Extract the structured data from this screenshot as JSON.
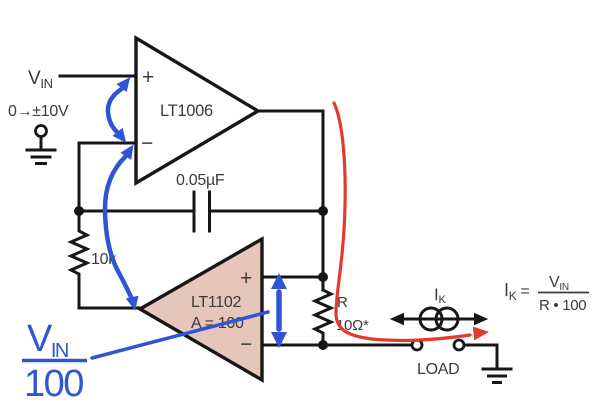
{
  "colors": {
    "wire": "#171717",
    "label": "#3b3b3b",
    "blue": "#2f55d4",
    "red": "#e23a2d",
    "amp2_fill": "#e6c5bb"
  },
  "labels": {
    "vin": {
      "main": "V",
      "sub": "IN"
    },
    "input_range": "0→±10V",
    "amp1": {
      "name": "LT1006",
      "plus": "+",
      "minus": "−"
    },
    "cap": "0.05µF",
    "r_feedback": "10k",
    "amp2": {
      "name": "LT1102",
      "gain": "A = 100",
      "plus": "+",
      "minus": "−"
    },
    "r_sense": {
      "name": "R",
      "value": "10Ω*"
    },
    "current": {
      "main": "I",
      "sub": "K"
    },
    "load": "LOAD"
  },
  "formula": {
    "lhs": "I",
    "lhs_sub": "K",
    "eq": "=",
    "num": "V",
    "num_sub": "IN",
    "den": "R • 100"
  },
  "annotation": {
    "num": "V",
    "num_sub": "IN",
    "den": "100"
  }
}
